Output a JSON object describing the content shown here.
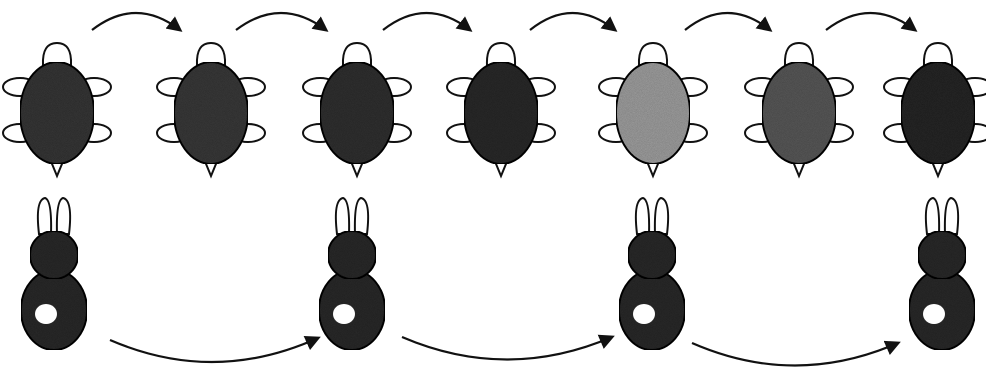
{
  "diagram": {
    "turtle_row": {
      "turtles": [
        {
          "shell": "#3a3a3a"
        },
        {
          "shell": "#3c3c3c"
        },
        {
          "shell": "#353535"
        },
        {
          "shell": "#2f2f2f"
        },
        {
          "shell": "#a6a6a6"
        },
        {
          "shell": "#5d5d5d"
        },
        {
          "shell": "#2b2b2b"
        }
      ],
      "hop_arrows": 6
    },
    "rabbit_row": {
      "rabbits": 4,
      "hop_arrows": 3
    },
    "colors": {
      "ink": "#111111",
      "outline": "#111111",
      "background": "#ffffff",
      "rabbit_body": "#2d2d2d",
      "rabbit_tail": "#ffffff"
    }
  }
}
